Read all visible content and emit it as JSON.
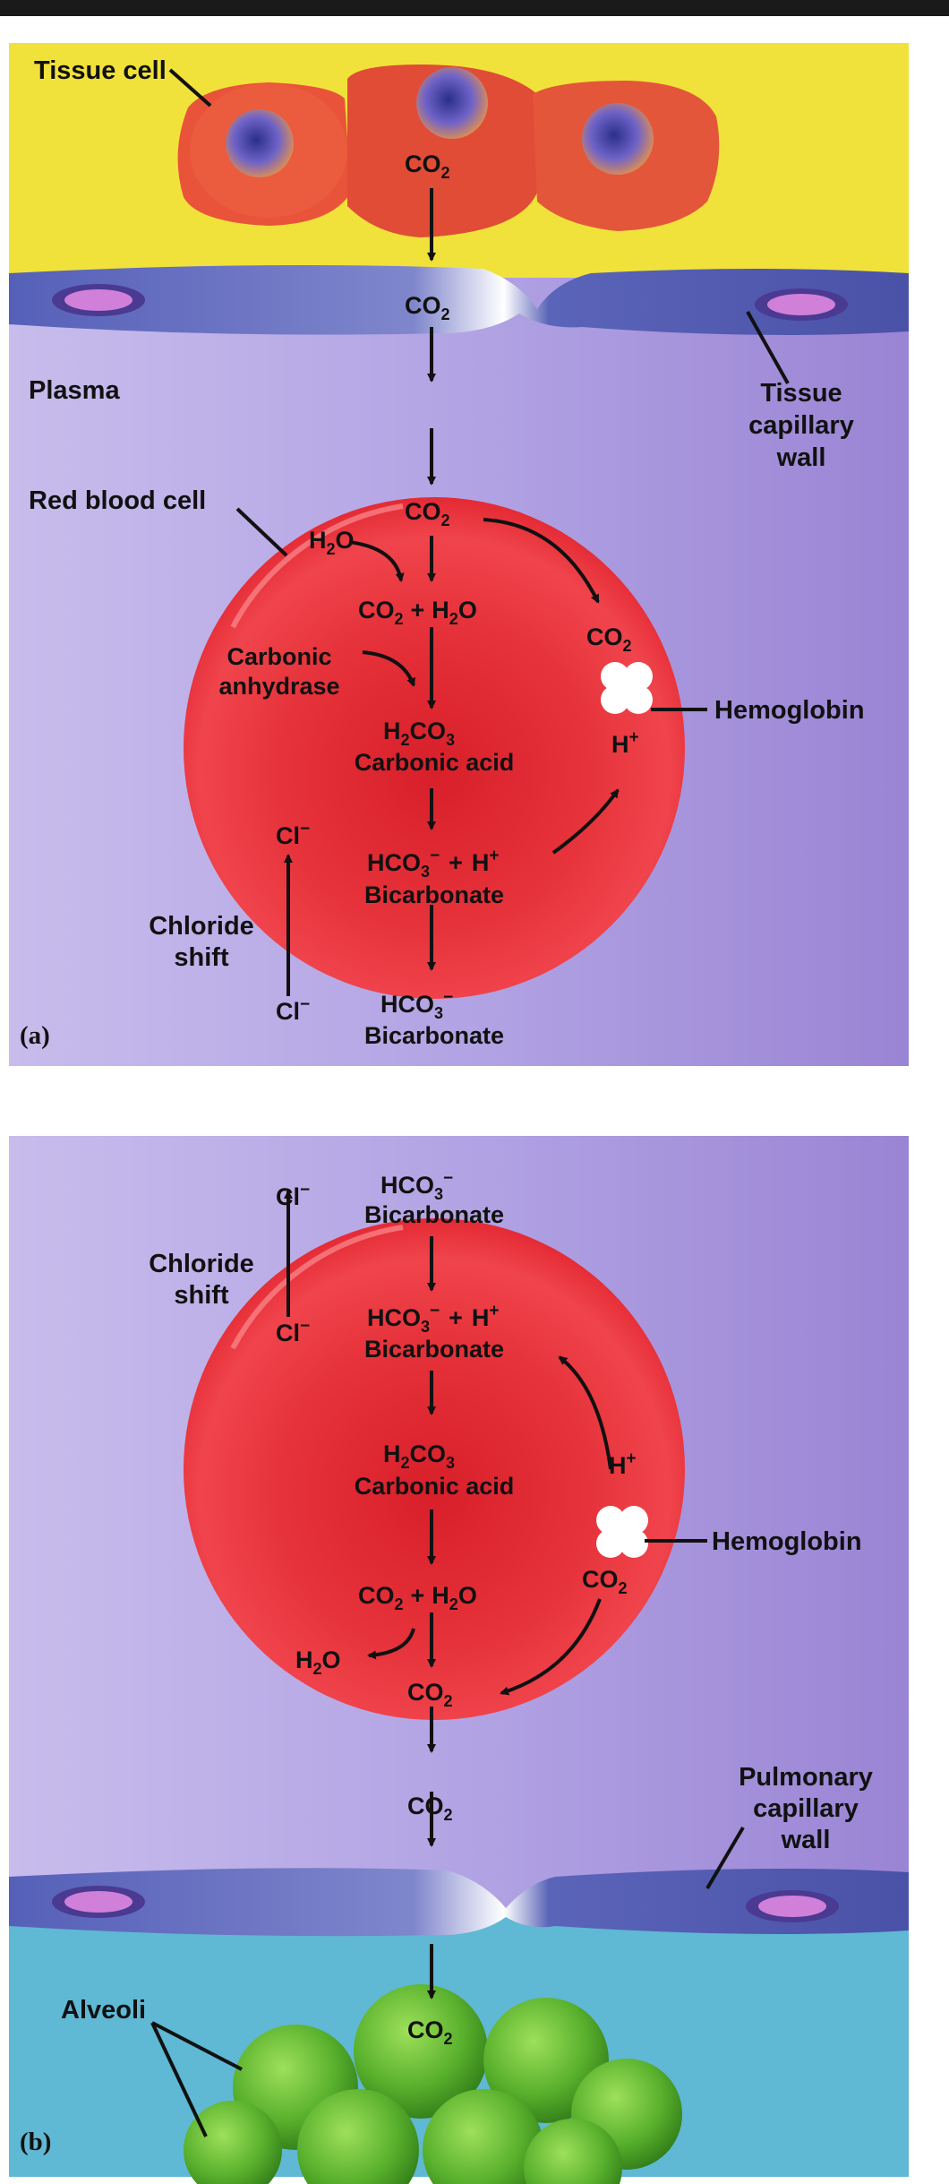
{
  "colors": {
    "tissue_bg": "#f2e63a",
    "plasma_top": "#9f8cd8",
    "plasma_bottom": "#c6b8ea",
    "vessel_wall": "#4f5ab0",
    "rbc": "#e8252e",
    "rbc_light": "#f5606a",
    "alveoli_bg": "#5fb9d2",
    "alveoli": "#5ec135",
    "hemoglobin": "#ffffff"
  },
  "panel_a": {
    "label": "(a)",
    "tissue_cell_label": "Tissue cell",
    "plasma_label": "Plasma",
    "wall_label": [
      "Tissue",
      "capillary",
      "wall"
    ],
    "rbc_label": "Red blood cell",
    "carbonic_anhydrase_label": [
      "Carbonic",
      "anhydrase"
    ],
    "chloride_shift_label": [
      "Chloride",
      "shift"
    ],
    "hemoglobin_label": "Hemoglobin",
    "carbonic_acid_name": "Carbonic acid",
    "bicarbonate_name": "Bicarbonate"
  },
  "panel_b": {
    "label": "(b)",
    "wall_label": [
      "Pulmonary",
      "capillary",
      "wall"
    ],
    "alveoli_label": "Alveoli",
    "chloride_shift_label": [
      "Chloride",
      "shift"
    ],
    "hemoglobin_label": "Hemoglobin",
    "carbonic_acid_name": "Carbonic acid",
    "bicarbonate_name": "Bicarbonate"
  },
  "chem": {
    "co2_main": "CO",
    "co2_sub": "2",
    "h2o_main": "H",
    "h2o_sub": "2",
    "h2o_tail": "O",
    "plus": "+",
    "h2co3_a": "H",
    "h2co3_sub1": "2",
    "h2co3_b": "CO",
    "h2co3_sub2": "3",
    "hco3_main": "HCO",
    "hco3_sub": "3",
    "hco3_sup": "−",
    "h_ion": "H",
    "h_ion_sup": "+",
    "cl_ion": "Cl",
    "cl_ion_sup": "−"
  }
}
